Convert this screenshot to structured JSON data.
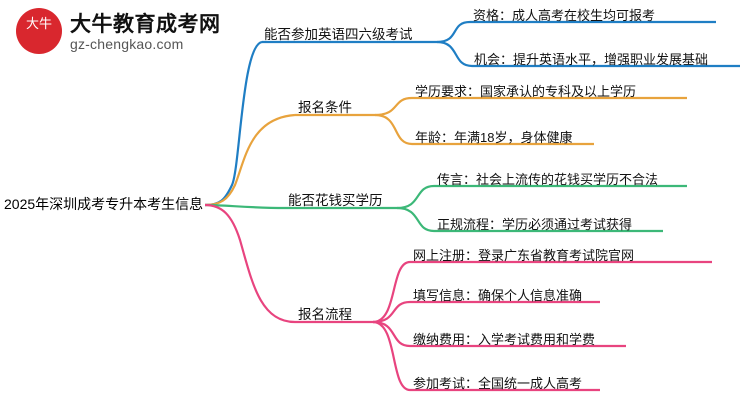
{
  "logo": {
    "mark_text": "大牛",
    "title": "大牛教育成考网",
    "url": "gz-chengkao.com"
  },
  "colors": {
    "blue": "#1f7ec4",
    "orange": "#e8a33d",
    "green": "#3cb878",
    "pink": "#e8447f",
    "text": "#111111",
    "logo_red": "#d9272e"
  },
  "mindmap": {
    "root": "2025年深圳成考专升本考生信息",
    "branches": [
      {
        "label": "能否参加英语四六级考试",
        "color": "#1f7ec4",
        "children": [
          "资格：成人高考在校生均可报考",
          "机会：提升英语水平，增强职业发展基础"
        ]
      },
      {
        "label": "报名条件",
        "color": "#e8a33d",
        "children": [
          "学历要求：国家承认的专科及以上学历",
          "年龄：年满18岁，身体健康"
        ]
      },
      {
        "label": "能否花钱买学历",
        "color": "#3cb878",
        "children": [
          "传言：社会上流传的花钱买学历不合法",
          "正规流程：学历必须通过考试获得"
        ]
      },
      {
        "label": "报名流程",
        "color": "#e8447f",
        "children": [
          "网上注册：登录广东省教育考试院官网",
          "填写信息：确保个人信息准确",
          "缴纳费用：入学考试费用和学费",
          "参加考试：全国统一成人高考"
        ]
      }
    ]
  }
}
